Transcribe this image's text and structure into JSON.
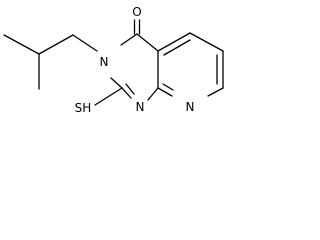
{
  "structure": {
    "atoms": {
      "oxygen": "O",
      "n3": "N",
      "n1": "N",
      "n8": "N",
      "sulfhydryl": "SH"
    }
  }
}
